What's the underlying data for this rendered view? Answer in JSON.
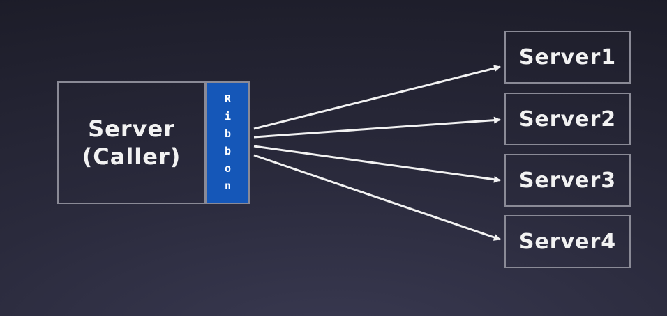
{
  "caller": {
    "line1": "Server",
    "line2": "(Caller)"
  },
  "ribbon": {
    "letters": [
      "R",
      "i",
      "b",
      "b",
      "o",
      "n"
    ]
  },
  "servers": [
    {
      "label": "Server1"
    },
    {
      "label": "Server2"
    },
    {
      "label": "Server3"
    },
    {
      "label": "Server4"
    }
  ],
  "colors": {
    "ribbon": "#1557b8",
    "arrow": "#f2f2f2",
    "border": "#8a8a96"
  }
}
